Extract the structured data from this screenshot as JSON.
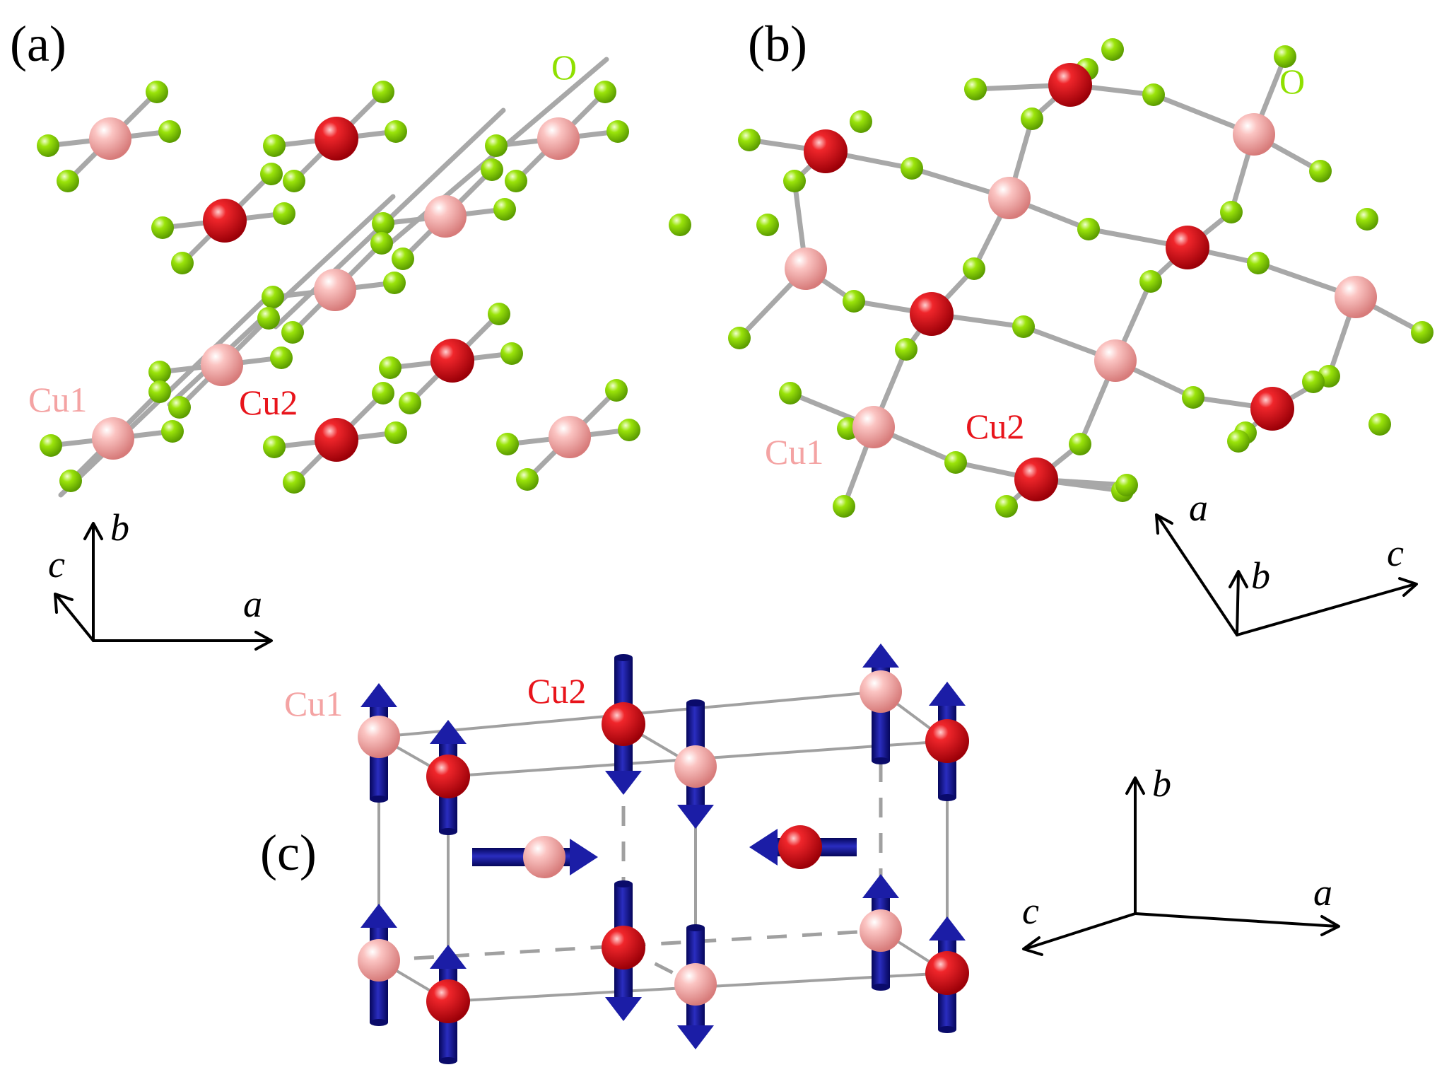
{
  "panels": {
    "a": {
      "label": "(a)"
    },
    "b": {
      "label": "(b)"
    },
    "c": {
      "label": "(c)"
    }
  },
  "atom_labels": {
    "cu1": "Cu1",
    "cu2": "Cu2",
    "o": "O"
  },
  "axis_labels": {
    "a": "a",
    "b": "b",
    "c": "c"
  },
  "colors": {
    "cu1": "#f4a3a3",
    "cu2": "#e8141b",
    "oxygen": "#8fe000",
    "spin": "#11128f",
    "bond": "#a8a8a8"
  }
}
